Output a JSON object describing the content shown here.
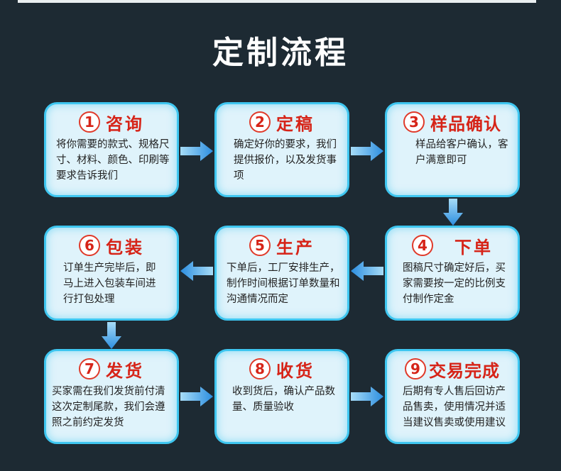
{
  "title": "定制流程",
  "steps": [
    {
      "num": "1",
      "title": "咨询",
      "desc": "将你需要的款式、规格尺寸、材料、颜色、印刷等要求告诉我们"
    },
    {
      "num": "2",
      "title": "定稿",
      "desc": "确定好你的要求，我们提供报价，以及发货事项"
    },
    {
      "num": "3",
      "title": "样品确认",
      "desc": "样品给客户确认，客户满意即可"
    },
    {
      "num": "4",
      "title": "下单",
      "desc": "图稿尺寸确定好后，买家需要按一定的比例支付制作定金"
    },
    {
      "num": "5",
      "title": "生产",
      "desc": "下单后，工厂安排生产，制作时间根据订单数量和沟通情况而定"
    },
    {
      "num": "6",
      "title": "包装",
      "desc": "订单生产完毕后，即马上进入包装车间进行打包处理"
    },
    {
      "num": "7",
      "title": "发货",
      "desc": "买家需在我们发货前付清这次定制尾款，我们会遵照之前约定发货"
    },
    {
      "num": "8",
      "title": "收货",
      "desc": "收到货后，确认产品数量、质量验收"
    },
    {
      "num": "9",
      "title": "交易完成",
      "desc": "后期有专人售后回访产品售卖，使用情况并适当建议售卖或使用建议"
    }
  ],
  "colors": {
    "accent": "#d62418",
    "box_border": "#3ec6f0",
    "box_fill": "#dff3fb",
    "arrow": "#2c9fe3"
  }
}
